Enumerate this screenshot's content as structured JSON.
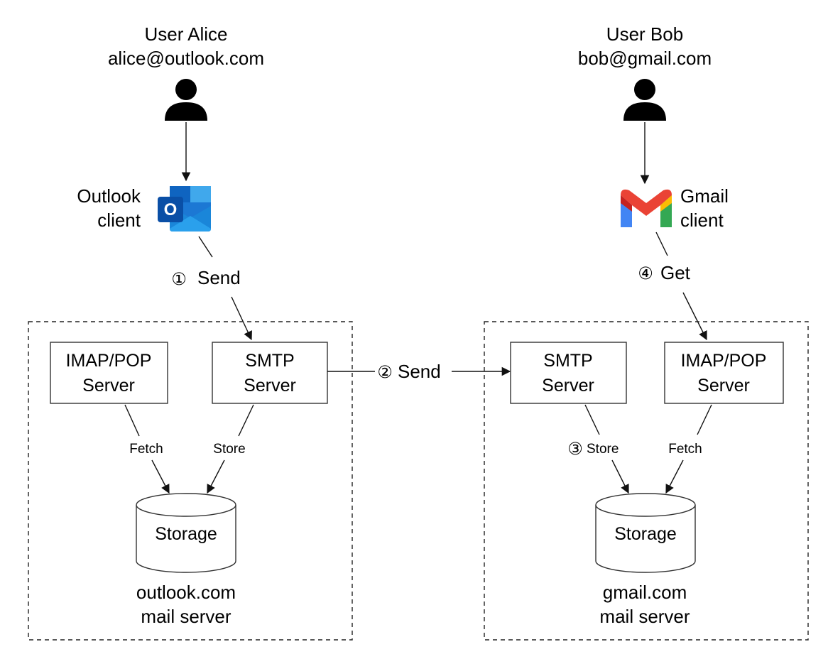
{
  "users": {
    "alice": {
      "name": "User Alice",
      "email": "alice@outlook.com"
    },
    "bob": {
      "name": "User Bob",
      "email": "bob@gmail.com"
    }
  },
  "clients": {
    "outlook": {
      "line1": "Outlook",
      "line2": "client",
      "icon": "outlook-logo-icon",
      "logo_letter": "O"
    },
    "gmail": {
      "line1": "Gmail",
      "line2": "client",
      "icon": "gmail-logo-icon"
    }
  },
  "steps": {
    "step1": {
      "num": "①",
      "label": "Send"
    },
    "step2": {
      "num": "②",
      "label": "Send"
    },
    "step3": {
      "num": "③",
      "label": "Store"
    },
    "step4": {
      "num": "④",
      "label": "Get"
    }
  },
  "outlook_server": {
    "imap": {
      "line1": "IMAP/POP",
      "line2": "Server"
    },
    "smtp": {
      "line1": "SMTP",
      "line2": "Server"
    },
    "fetch_label": "Fetch",
    "store_label": "Store",
    "storage_label": "Storage",
    "caption_line1": "outlook.com",
    "caption_line2": "mail server"
  },
  "gmail_server": {
    "smtp": {
      "line1": "SMTP",
      "line2": "Server"
    },
    "imap": {
      "line1": "IMAP/POP",
      "line2": "Server"
    },
    "fetch_label": "Fetch",
    "storage_label": "Storage",
    "caption_line1": "gmail.com",
    "caption_line2": "mail server"
  },
  "colors": {
    "outlook_blue_dark": "#0a4fa6",
    "outlook_blue": "#1c78d4",
    "outlook_blue_light": "#40a8ec",
    "gmail_red": "#ea4335",
    "gmail_blue": "#4285f4",
    "gmail_green": "#34a853",
    "gmail_yellow": "#fbbc04"
  }
}
